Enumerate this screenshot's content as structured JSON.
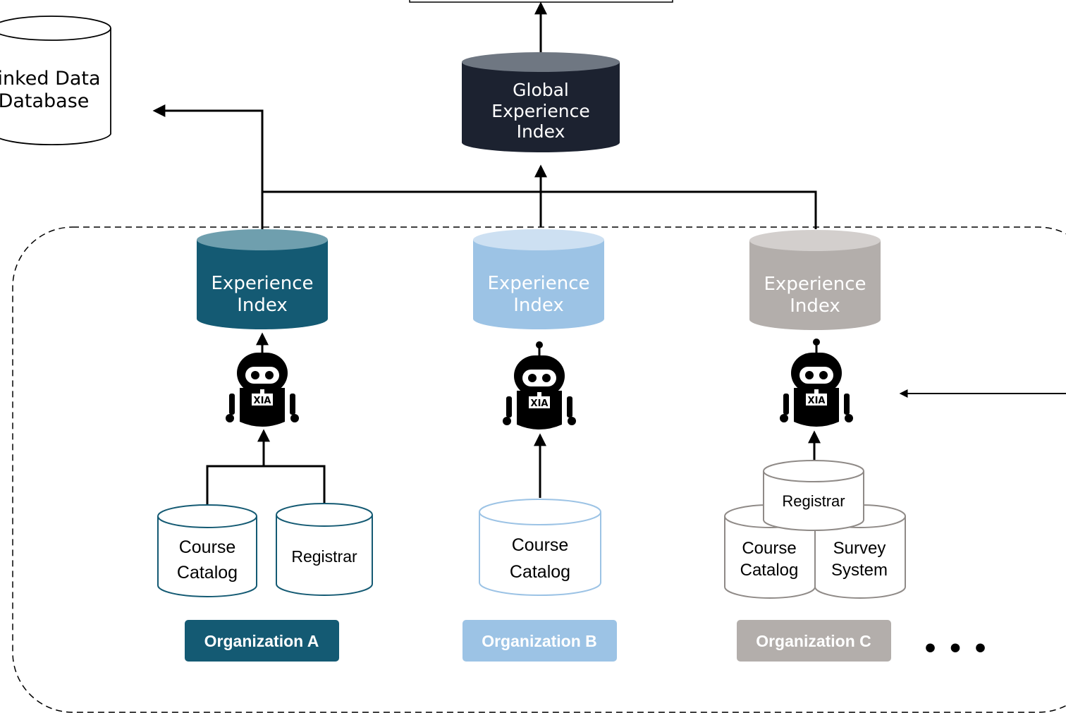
{
  "global_index": {
    "line1": "Global",
    "line2": "Experience",
    "line3": "Index"
  },
  "linked_db": {
    "line1": "Linked Data",
    "line2": "Database"
  },
  "organizations": [
    {
      "name": "Organization A",
      "color": "#145a73",
      "index": {
        "line1": "Experience",
        "line2": "Index"
      },
      "agent_label": "XIA",
      "sources": [
        {
          "line1": "Course",
          "line2": "Catalog"
        },
        {
          "line1": "Registrar"
        }
      ]
    },
    {
      "name": "Organization B",
      "color": "#9cc3e5",
      "index": {
        "line1": "Experience",
        "line2": "Index"
      },
      "agent_label": "XIA",
      "sources": [
        {
          "line1": "Course",
          "line2": "Catalog"
        }
      ]
    },
    {
      "name": "Organization C",
      "color": "#b3aeab",
      "index": {
        "line1": "Experience",
        "line2": "Index"
      },
      "agent_label": "XIA",
      "sources": [
        {
          "line1": "Registrar"
        },
        {
          "line1": "Course",
          "line2": "Catalog"
        },
        {
          "line1": "Survey",
          "line2": "System"
        }
      ]
    }
  ],
  "more_indicator": "• • •"
}
